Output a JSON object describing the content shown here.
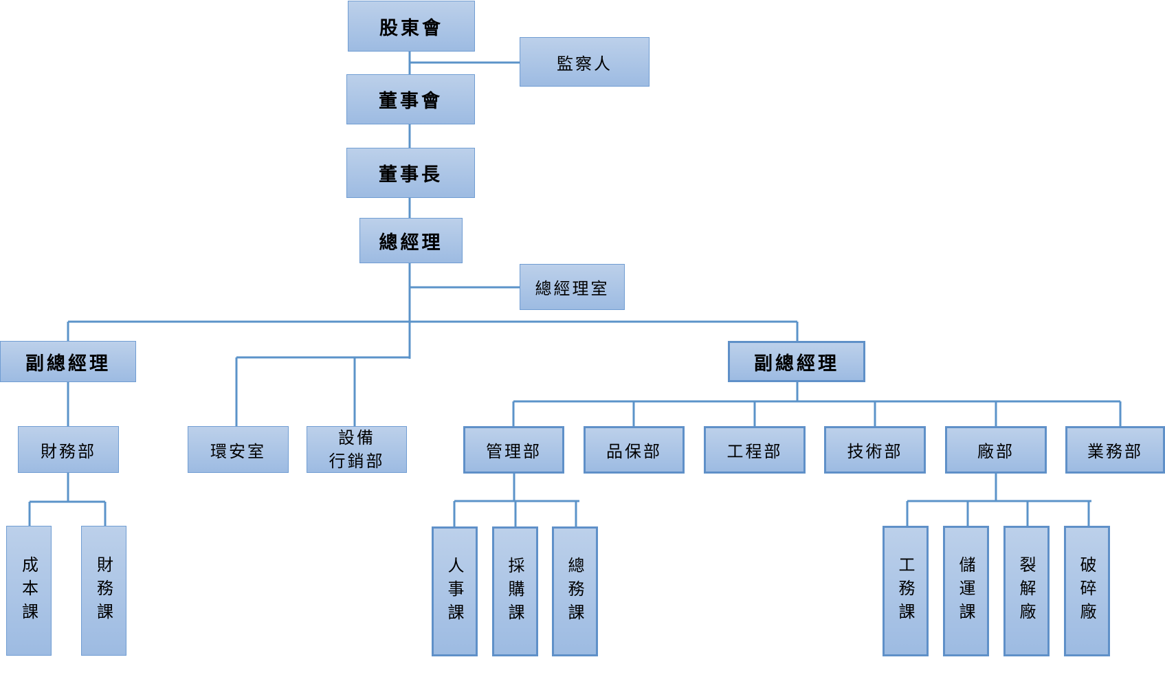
{
  "chart": {
    "shareholders": "股東會",
    "supervisor": "監察人",
    "board": "董事會",
    "chairman": "董事長",
    "gm": "總經理",
    "gm_office": "總經理室",
    "vp_left": "副總經理",
    "vp_right": "副總經理",
    "finance_dept": "財務部",
    "env_safety": "環安室",
    "equip_sales": "設備\n行銷部",
    "admin_dept": "管理部",
    "qa_dept": "品保部",
    "eng_dept": "工程部",
    "tech_dept": "技術部",
    "plant_dept": "廠部",
    "business_dept": "業務部",
    "cost_section": "成本課",
    "finance_section": "財務課",
    "hr_section": "人事課",
    "purchasing_section": "採購課",
    "general_affairs_section": "總務課",
    "works_section": "工務課",
    "storage_section": "儲運課",
    "cracking_plant": "裂解廠",
    "crushing_plant": "破碎廠"
  }
}
